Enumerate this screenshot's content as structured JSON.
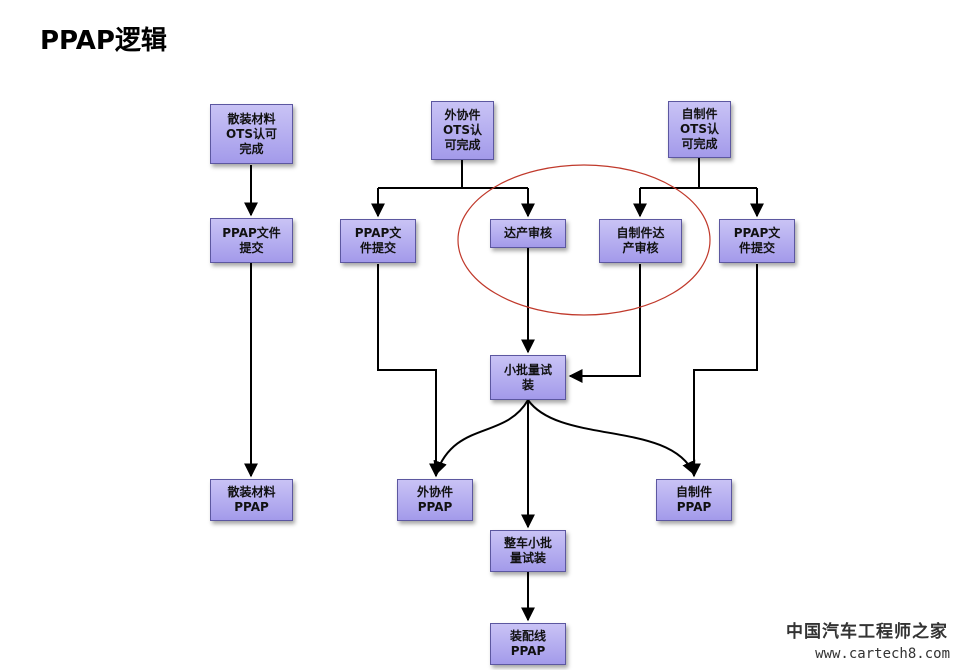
{
  "title": "PPAP逻辑",
  "nodes": {
    "bulk_ots": "散装材料\nOTS认可\n完成",
    "bulk_submit": "PPAP文件\n提交",
    "bulk_ppap": "散装材料\nPPAP",
    "out_ots": "外协件\nOTS认\n可完成",
    "out_submit": "PPAP文\n件提交",
    "out_capacity": "达产审核",
    "out_ppap": "外协件\nPPAP",
    "self_ots": "自制件\nOTS认\n可完成",
    "self_capacity": "自制件达\n产审核",
    "self_submit": "PPAP文\n件提交",
    "self_ppap": "自制件\nPPAP",
    "small_trial": "小批量试\n装",
    "vehicle_trial": "整车小批\n量试装",
    "line_ppap": "装配线\nPPAP"
  },
  "colors": {
    "node_fill": "#b6aff0",
    "node_border": "#5c57a0",
    "arrow": "#000000",
    "highlight_ellipse": "#c0392b"
  },
  "watermark": {
    "brand": "中国汽车工程师之家",
    "url": "www.cartech8.com"
  }
}
